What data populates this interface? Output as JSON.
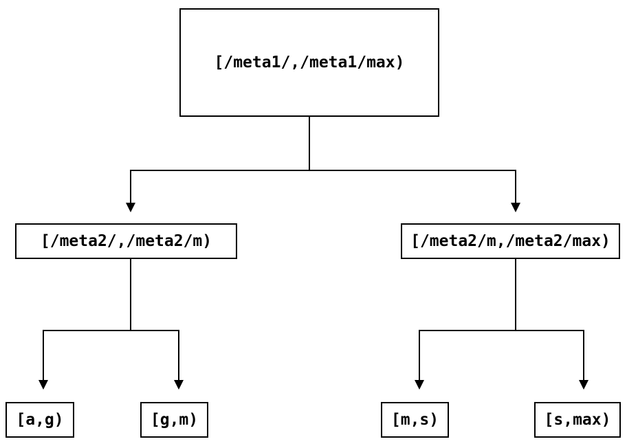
{
  "colors": {
    "background": "#ffffff",
    "line": "#000000",
    "text": "#000000"
  },
  "nodes": {
    "root": "[/meta1/,/meta1/max)",
    "l2_left": "[/meta2/,/meta2/m)",
    "l2_right": "[/meta2/m,/meta2/max)",
    "leaf_ag": "[a,g)",
    "leaf_gm": "[g,m)",
    "leaf_ms": "[m,s)",
    "leaf_smax": "[s,max)"
  },
  "edges": [
    {
      "from": "root",
      "to": "l2_left"
    },
    {
      "from": "root",
      "to": "l2_right"
    },
    {
      "from": "l2_left",
      "to": "leaf_ag"
    },
    {
      "from": "l2_left",
      "to": "leaf_gm"
    },
    {
      "from": "l2_right",
      "to": "leaf_ms"
    },
    {
      "from": "l2_right",
      "to": "leaf_smax"
    }
  ]
}
